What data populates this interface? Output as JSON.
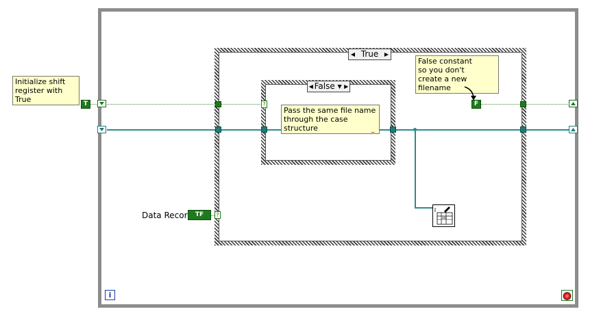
{
  "notes": {
    "shift_register": "Initialize shift\nregister with True",
    "false_constant": "False constant\nso you don't\ncreate a new filename",
    "pass_file": "Pass the same file name\nthrough the case structure"
  },
  "constants": {
    "true_const": "T",
    "false_const": "F",
    "data_record_label": "Data Record",
    "data_record_value": "TF"
  },
  "case_outer": {
    "selector": "True"
  },
  "case_nested": {
    "selector": "False"
  },
  "icons": {
    "iteration": "i",
    "stop": "stop-icon",
    "write_file": "write-file-icon"
  },
  "colors": {
    "boolean_wire": "#3d8b3d",
    "path_wire": "#2f8a8a",
    "loop_border": "#8c8c8c",
    "note_bg": "#ffffcc"
  }
}
